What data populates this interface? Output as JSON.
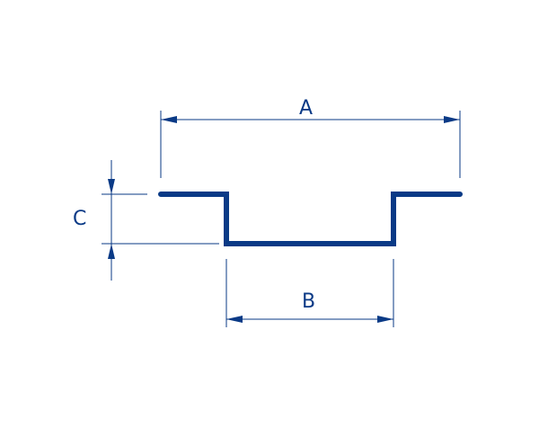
{
  "diagram": {
    "labels": {
      "a": "A",
      "b": "B",
      "c": "C"
    },
    "colors": {
      "profile": "#0a3a86",
      "dimension": "#0a3a86",
      "background": "#ffffff"
    }
  }
}
